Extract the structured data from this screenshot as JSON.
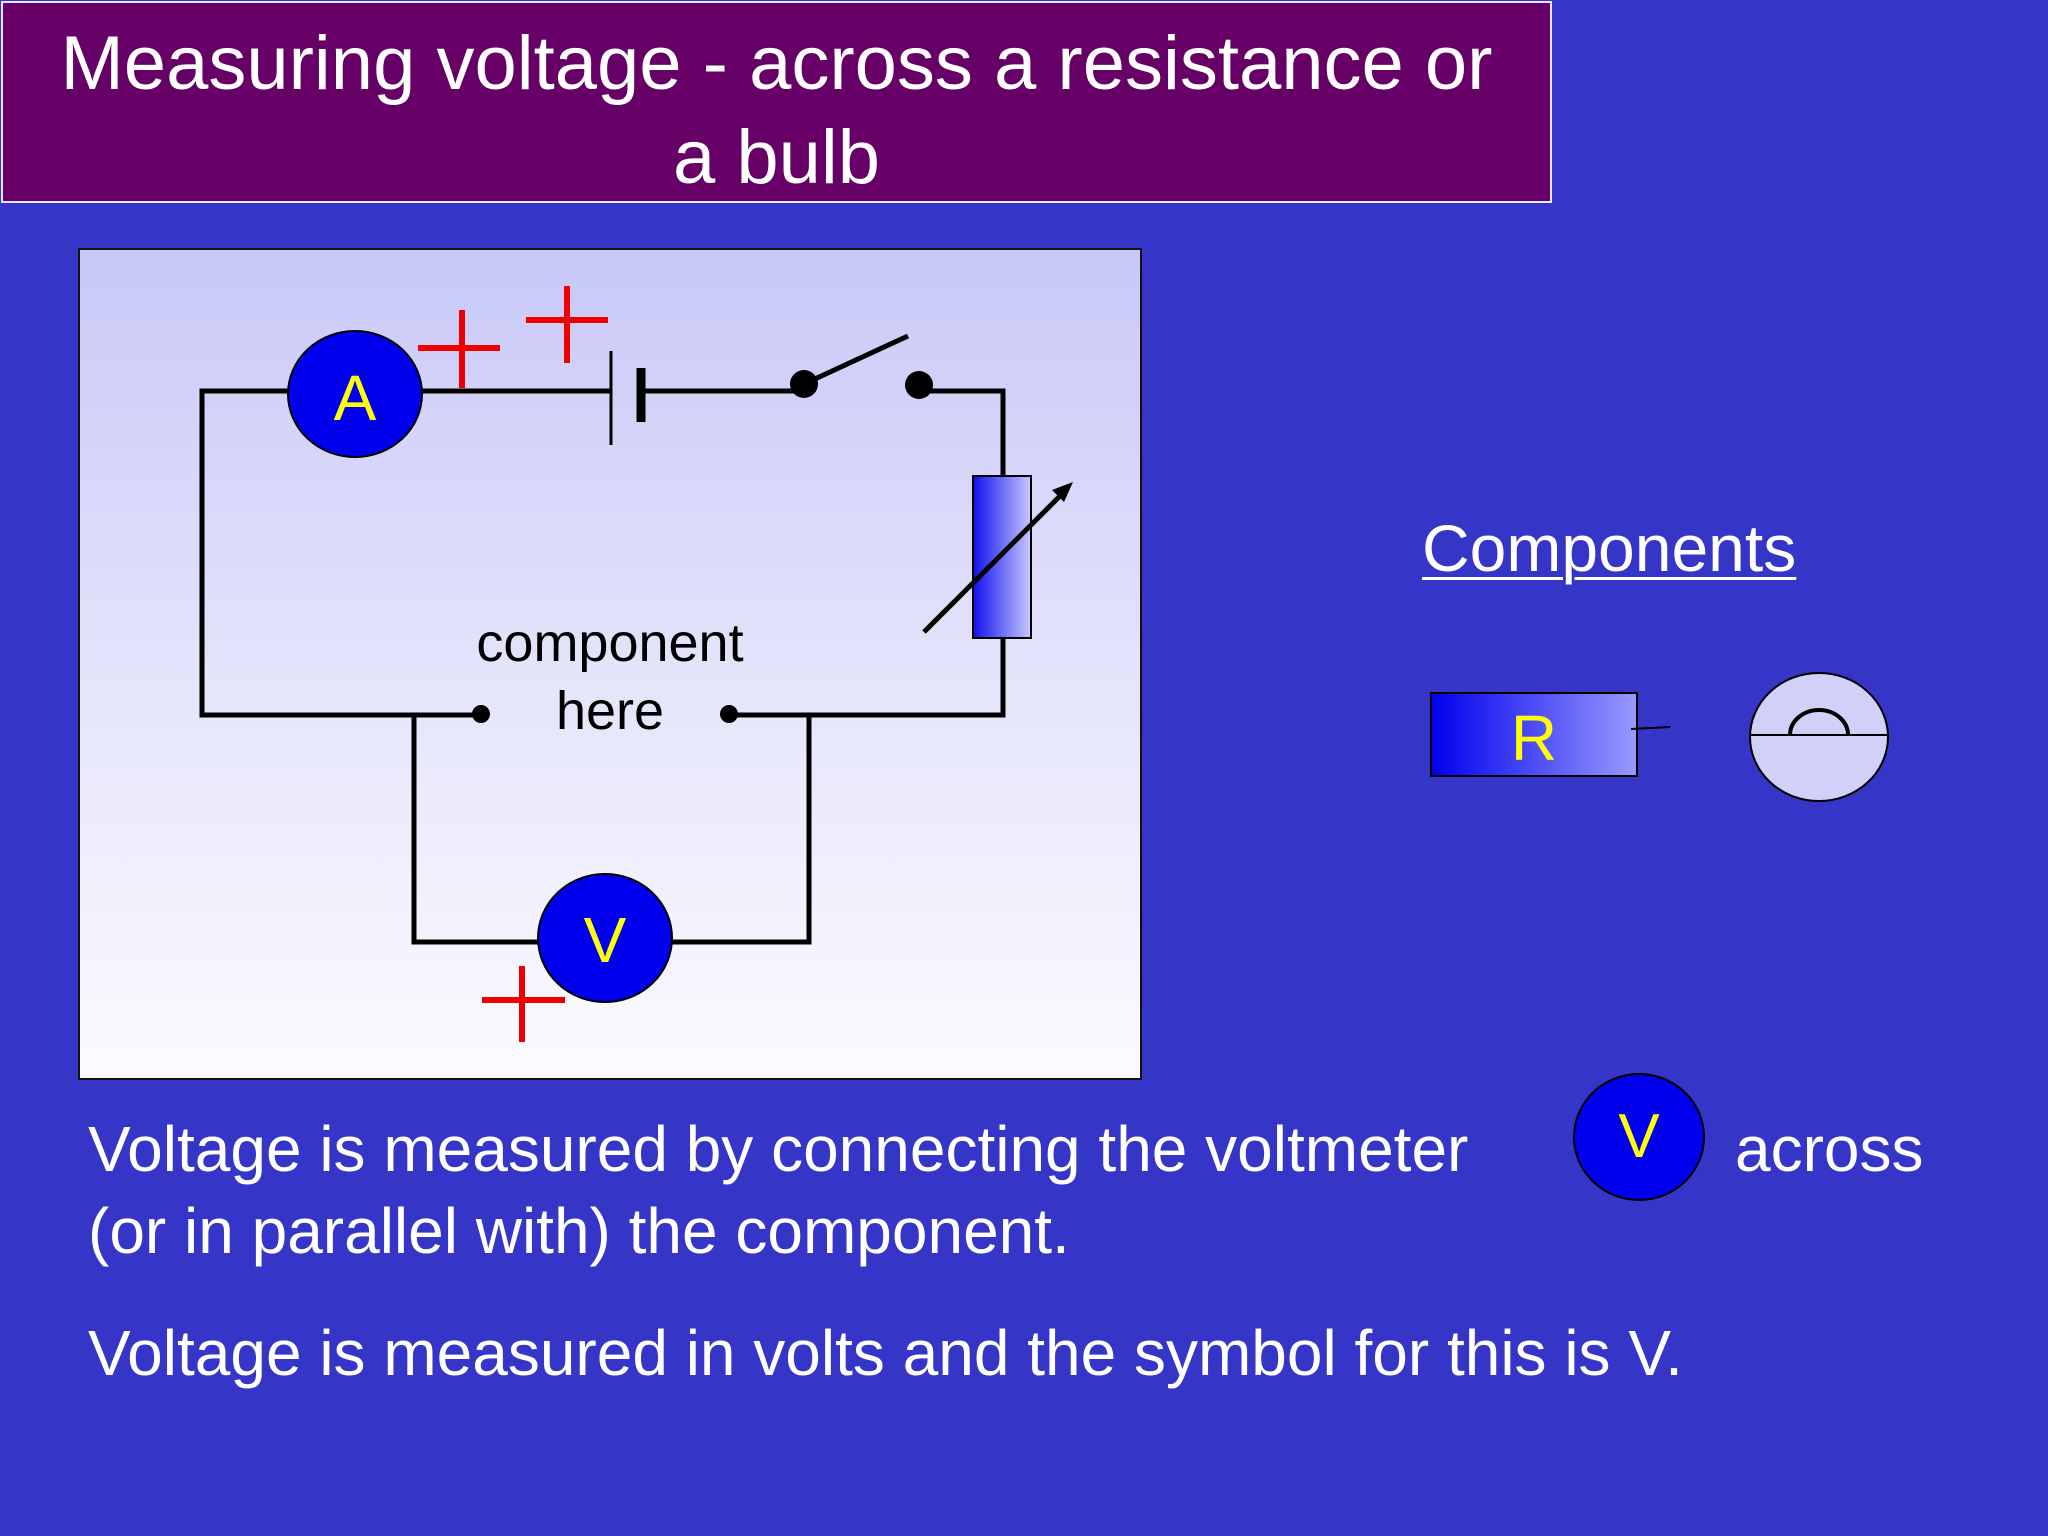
{
  "slide": {
    "title_line1": "Measuring voltage - across a resistance or",
    "title_line2": "a bulb"
  },
  "diagram": {
    "ammeter_label": "A",
    "voltmeter_label": "V",
    "plus_sign": "+",
    "component_label_line1": "component",
    "component_label_line2": "here"
  },
  "components": {
    "heading": "Components",
    "resistor_label": "R"
  },
  "body": {
    "para1_line1": "Voltage is measured by connecting the voltmeter",
    "inline_meter_label": "V",
    "para1_across": "across",
    "para1_line2": "(or in parallel with) the component.",
    "para2": "Voltage is measured in volts and the symbol for this is V."
  },
  "colors": {
    "background": "#3535c8",
    "title_bg": "#660066",
    "meter_fill": "#0000ee",
    "meter_text": "#ffff00",
    "plus_sign": "#ee0000"
  }
}
